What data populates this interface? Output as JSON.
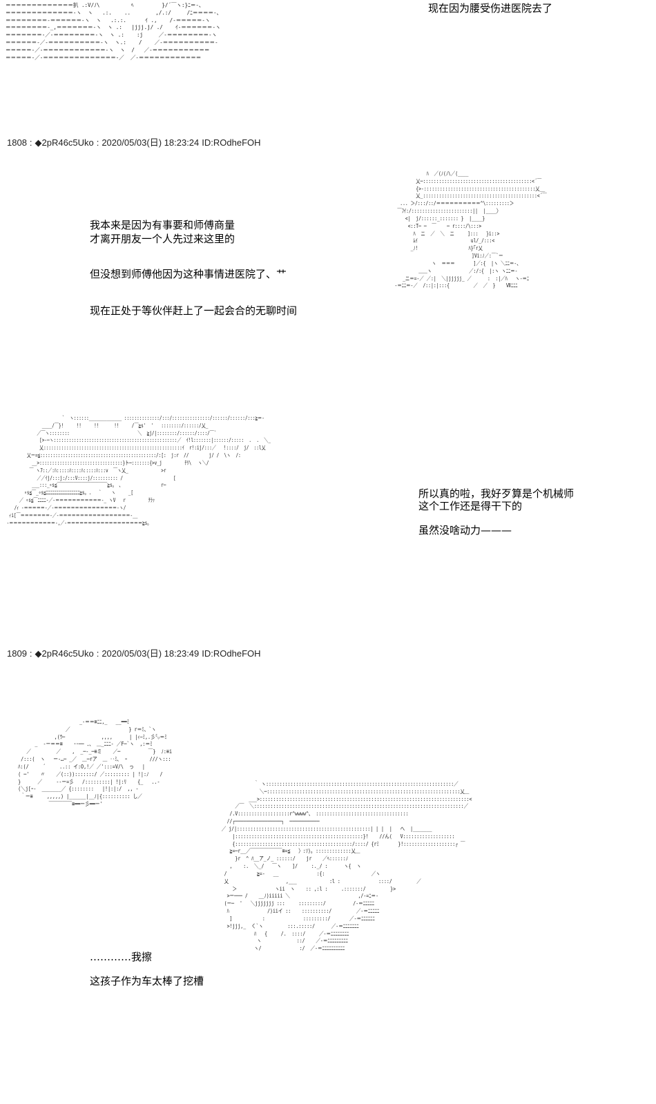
{
  "posts": [
    {
      "number": "1808",
      "sep": ":",
      "trip": "◆2pR46c5Uko",
      "sep2": ":",
      "datetime": "2020/05/03(日) 18:23:24",
      "id": "ID:ROdheFOH"
    },
    {
      "number": "1809",
      "sep": ":",
      "trip": "◆2pR46c5Uko",
      "sep2": ":",
      "datetime": "2020/05/03(日) 18:23:49",
      "id": "ID:ROdheFOH"
    }
  ],
  "captions": {
    "top_right": "现在因为腰受伤进医院去了",
    "p1_line1": "我本来是因为有事要和师傅商量",
    "p1_line2": "才离开朋友一个人先过来这里的",
    "p1_line3": "但没想到师傅他因为这种事情进医院了、艹",
    "p1_line4": "现在正处于等伙伴赶上了一起会合的无聊时间",
    "p2_line1": "所以真的啦，我好歹算是个机械师",
    "p2_line2": "这个工作还是得干下的",
    "p2_line3": "虽然没啥动力———",
    "p3_line1": "…………我擦",
    "p3_line2": "这孩子作为车太棒了挖槽"
  },
  "art": {
    "road_top": "＝＝＝＝＝＝＝＝＝＝＝＝＝扒 .:V/ﾉ\\          ﾍ         }/´￣ヽ:}ﾆ＝-、\n＝＝＝＝＝＝＝＝＝＝＝＝＝-ヽ  ヽ   .:.    ..        ,/.:/     /ﾆ＝＝＝＝-、\n＝＝＝＝＝＝＝＝-＝＝＝＝＝＝-ヽ  ヽ   .:.:.      ｲ .,    /-＝＝＝＝＝-ヽ\n＝＝＝＝＝＝＝＝-_,＝＝＝＝＝＝＝-ヽ  ヽ .:   |jjj.j/ ./    ｲ-＝＝＝＝＝＝-ヽ\n＝＝＝＝＝＝＝-／-＝＝＝＝＝＝＝＝-ヽ  ヽ .:    :j     ／-＝＝＝＝＝＝＝＝-ヽ\n＝＝＝＝＝＝-／-＝＝＝＝＝＝＝＝＝＝-ヽ  ヽ.:    /    ／-＝＝＝＝＝＝＝＝＝＝-\n＝＝＝＝＝-／-＝＝＝＝＝＝＝＝＝＝＝＝-ヽ  ヽ  /   ／-＝＝＝＝＝＝＝＝＝＝＝\n＝＝＝＝＝-／-＝＝＝＝＝＝＝＝＝＝＝＝＝＝-／  ／-＝＝＝＝＝＝＝＝＝＝＝＝",
    "person1": "               ﾊ  ／(ﾉ(ﾉ\\／(____\n           乂─:::::::::::::::::::::::::::::::::::::::::<´￣\n           {>-::::::::::::::::::::::::::::::::::::::::::乂__\n           乂_:::::::::::::::::::::::::::::::::::::::::::<´￣\n     ... ＞/:::/::/＝＝＝＝＝＝＝＝＝＝^\\:::::::::＞\n    ￣ﾌｲ:/:::::::::::::::::::::::||  |____〉\n       <|  j/::::::_::::::: }  |____}\n        <::T─ ─  ￣    ─ r::::/\\:::>\n          ﾊ  ニ  ／  ＼  ニ     ]:::   }i::>\n          ﾑｲ                    ul/_/:::<\n         _ﾉ!                   ﾊ}｢r乂\n                                ]Vi:ﾉ／:￣`ー\n                 ヽ  ＝＝＝       ]／:{  |ヽ ＼ﾆﾆ＝-、\n            ＿＿ヽ              ／:/:{  |:ヽ ヽﾆﾆ＝-\n      _ニ＝=-／ ／:|  ＼|jjjjj_ ／      :  :|／ﾊ   ヽ-＝ﾆ\n   -＝ﾆﾆ＝-／  /::|:|:::{         ／  ／  }    Ⅶﾆﾆﾆ",
    "road_mid": "                       `  ヽ::::::_____________ ::::::::::::::/:::/:::::::::::::::/::::::/::::::/:::≧＝-\n               ____/￣}!     !!     !!      !!     /￣≧s'  '   ::::::::/::::::/乂_\n             ／￣ヽ::::::::                           ＼  ≧j/|::::::::/::::::/::::/￣`\n              [>-─ヽ:::::::::::::::::::::::::::::::::::::::::::::::::／  ｲ!l:::::::|::::::/:::::  .  .  ＼_\n              乂:::::::::::::::::::::::::::::::::::::::::::::::::::::::ｲ  r!:ij/:::／   !::::/  j/  ::l乂\n         乂ー=≦::::::::::::::::::::::::::::::::::::::::::::::/:[:  j:r  //        j/ /  \\ヽ  /:\n           __>:::::::::::::::::::::::::::::::::}ト─:::::::{>v_j         ﾁﾘ\\ 　ヽ＼/\n          ￣ ヽ7::／:ﾊ:::::ﾊ::::ﾊ:::::ﾊ:::v  ￣ヽ乂_             >r\n             ／／ｲj/:::j:/:::V::::j/:::::::::: /                    [\n           ___:::_∘s≦￣￣￣￣￣￣￣￣￣￣￣￣≧s。 、               r─\n        ∘s≦￣_∘s≦ﾆﾆﾆﾆﾆﾆﾆﾆﾆﾆﾆﾆﾆﾆﾆﾆ≧s。.   `    ヽ     _[\n      ／ ∘s≦￣ﾆﾆﾆﾆ-／-＝＝＝＝＝＝＝＝＝＝＝-_ ヽV   r         ﾁﾗｯ\n    /ｨ -＝＝＝＝＝-／-＝＝＝＝＝＝＝＝＝＝＝＝＝＝＝-ヽ/\n  ｨi[￣＝＝＝＝＝＝＝-／-＝＝＝＝＝＝＝＝＝＝＝＝＝＝＝＝＝-__\n -＝＝＝＝＝＝＝＝＝＝＝-,／-＝＝＝＝＝＝＝＝＝＝＝＝＝＝＝＝＝＝≧s。",
    "car": "                         _-＝＝≡ﾆﾆ,_   __━━ﾐ\n                    ／                     } r＝ﾐ、`ヽ\n                ,(ｳ─             ,,,,      | |ｨ~ﾐ,.彡㍉＝ﾐ\n         _  ‐ー＝＝≡    ･･── ．、 ＿_ﾆﾆﾆ‐ ／F─`ヽ  ,:＝ﾐ\n      ／         ／    ,  _─-_─≡ミ    ／─          ￣}  ﾉ:≡i\n    /:::(  ヽ   ー‐…─ _／  ＿─rア  ＿ ‥ﾐ､  ｰ        ///ヽ:::\n   ﾊ:(/     ´     ..:: イ:O,!／ ／':::=V/\\  っ   |\n   ( ─'    〃    ／(::)):::::::/ ／::::::::: | !|:ﾉ    /\n   }      ／     ‐-ー=彡   /:::::::::| !|:ﾘ    {_   ..‐\n   (＼j[ｰ-  _______／ {::::::::   |!|:|:/  ,, ‐\n    ｀ー≡     ,,,,,) |______|__ﾉ|{:::::::::: し／\n              ￣￣￣￣￣≡━━ー彡━━ー'",
    "person2": "                                   ｀ ヽ:::::::::::::::::::::::::::::::::::::::::::::::::::::::::::::::::::::／\n                                     ＼─:::::::::::::::::::::::::::::::::::::::::::::::::::::::::::::::::::::::乂＿\n                                 ___>:::::::::::::::::::::::::::::::::::::::::::::::::::::::::::::::::::::::::::::<\n                            ／￣  ＼:::::::::::::::::::::::::::::::::::::::::::::::::::::::::::::::::::::::::::::／\n                          /.V:::::::::::::::::::r^wwww^、 ::::::::::::::::::::::::::::::::::\n                         //┌─────────────────┐  ───────────\n                       ／ j/|:::::::::::::::::::::::::::::::::::::::::::::::::| | |  |   へ  |_______\n                           |:::::::::::::::::::::::::::::::::::::::::::::::}!    //ん(   V:::::::::::::::::::\n                           {:::::::::::::::::::::::::::::::::::::::::::/::::/ {rﾐ       }!:::::::::::::::::::┌ ￣\n                          ≧=─r__／￣￣￣￣￣￣￣≡=≦   〉:ｿ)｡ :::::::::::::乂＿\n                            }r  ^ ﾊ__ア_ノ_ ::::::/    jr    ／ﾍ::::::ﾉ\n                          ,    :.  ＼_/   ￣ヽ    ]/     :._/ :      ヽ{  ヽ\n                        /           ≧=-   __              :{:                 ／ヽ\n                        乂                     ,___            :l :              ::::/         ／\n                           ＞              ヽii  ヽ    :: ,:l :     .:::::::/         }>\n                         >ー─── /    __ﾉ)iiiii ＼                         ,/-=ﾆ＝-\n                        (ー─  '   ＼jjjjjjj :::     :::::::::/          /-＝ﾆﾆﾆﾆﾆ\n                         ﾊ              /)iiイ ::    ::::::::::/         ／-＝ﾆﾆﾆﾆﾆ\n                          ]           :              :::::::::/       ／-＝ﾆﾆﾆﾆﾆﾆ\n                         >!jjj,_  く`ヽ         :::.:::::/      ／-＝ﾆﾆﾆﾆﾆﾆﾆ\n                                   ﾊ   {     /.  ::::/     ／-＝ﾆﾆﾆﾆﾆﾆﾆﾆ\n                                    ヽ             ::/    ／-＝ﾆﾆﾆﾆﾆﾆﾆﾆﾆ\n                                   ヽ/              :/  ／-＝ﾆﾆﾆﾆﾆﾆﾆﾆﾆﾆ"
  }
}
